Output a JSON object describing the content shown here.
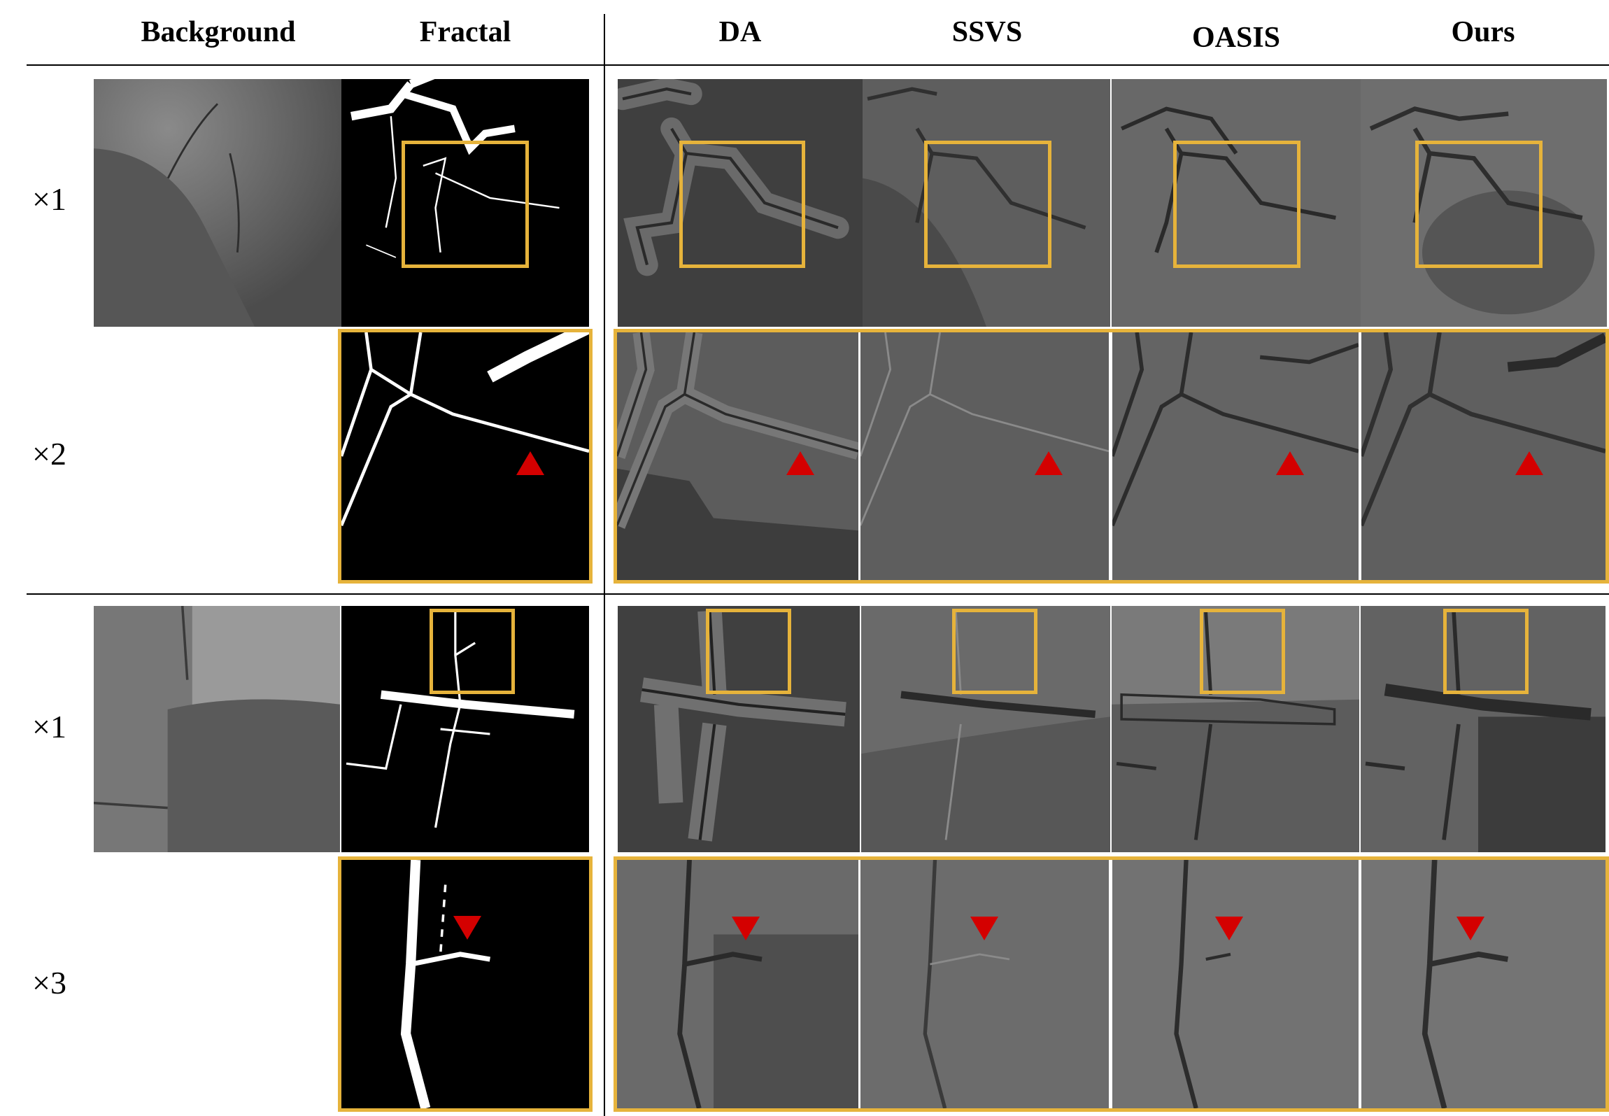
{
  "headers": {
    "background": "Background",
    "fractal": "Fractal",
    "da": "DA",
    "ssvs": "SSVS",
    "oasis": "OASIS",
    "ours": "Ours"
  },
  "rows": {
    "r1": "×1",
    "r2": "×2",
    "r3": "×1",
    "r4": "×3"
  },
  "colors": {
    "highlight": "#e6b33b",
    "marker": "#d40000",
    "rule": "#000000"
  },
  "icons": {
    "marker_up": "red-triangle-up-icon",
    "marker_down": "red-triangle-down-icon"
  }
}
